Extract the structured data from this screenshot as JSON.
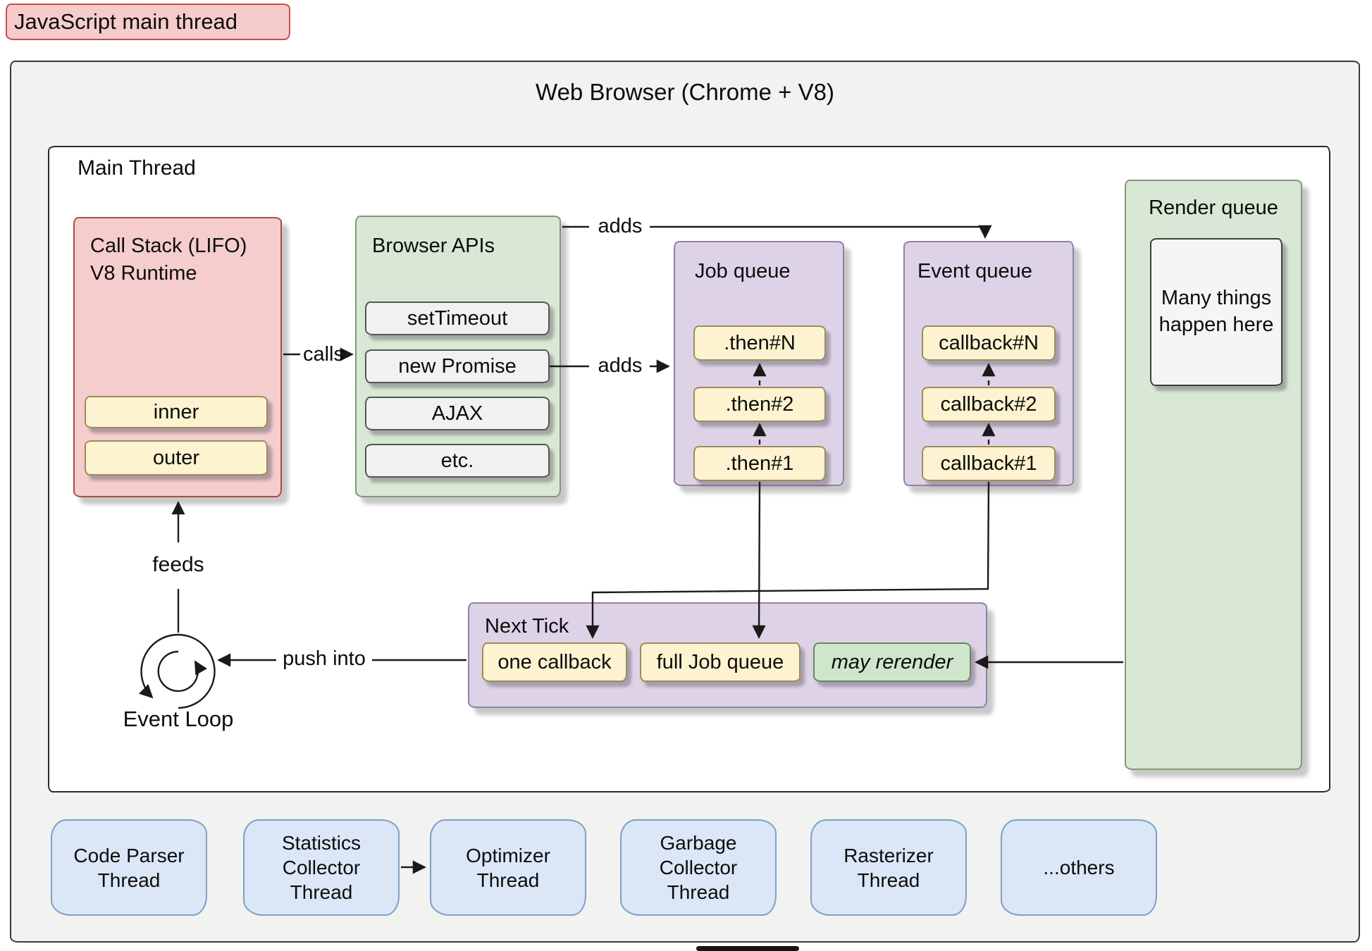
{
  "page": {
    "main_label": "JavaScript main thread",
    "browser_title": "Web Browser (Chrome + V8)",
    "main_thread_label": "Main Thread"
  },
  "call_stack": {
    "title": "Call Stack (LIFO)\nV8 Runtime",
    "items": [
      "inner",
      "outer"
    ]
  },
  "browser_apis": {
    "title": "Browser APIs",
    "items": [
      "setTimeout",
      "new Promise",
      "AJAX",
      "etc."
    ]
  },
  "job_queue": {
    "title": "Job queue",
    "items": [
      ".then#N",
      ".then#2",
      ".then#1"
    ]
  },
  "event_queue": {
    "title": "Event queue",
    "items": [
      "callback#N",
      "callback#2",
      "callback#1"
    ]
  },
  "render_queue": {
    "title": "Render queue",
    "note": "Many things\nhappen here"
  },
  "next_tick": {
    "title": "Next Tick",
    "items": [
      "one callback",
      "full Job queue",
      "may rerender"
    ]
  },
  "event_loop": {
    "label": "Event Loop"
  },
  "labels": {
    "calls": "calls",
    "adds_to_event_queue": "adds",
    "adds_to_job_queue": "adds",
    "feeds": "feeds",
    "push_into": "push into"
  },
  "threads": [
    "Code Parser\nThread",
    "Statistics\nCollector\nThread",
    "Optimizer\nThread",
    "Garbage\nCollector\nThread",
    "Rasterizer\nThread",
    "...others"
  ],
  "colors": {
    "label_pink_bg": "#f6cccb",
    "label_pink_border": "#c0504d",
    "outer_bg": "#f2f2f1",
    "callstack_bg": "#f5cdcc",
    "callstack_border": "#a34f4a",
    "green_bg": "#d9e8d4",
    "green_border": "#7d9a75",
    "purple_bg": "#ded3e6",
    "purple_border": "#8f81a8",
    "yellow_bg": "#fdf3d0",
    "yellow_border": "#9a8c5f",
    "gray_item_bg": "#f1f1f0",
    "gray_item_border": "#555555",
    "rerender_bg": "#cfe6cc",
    "rerender_border": "#63885f",
    "blue_bg": "#dbe7f6",
    "blue_border": "#7fa0c6",
    "line": "#1a1a1a"
  }
}
